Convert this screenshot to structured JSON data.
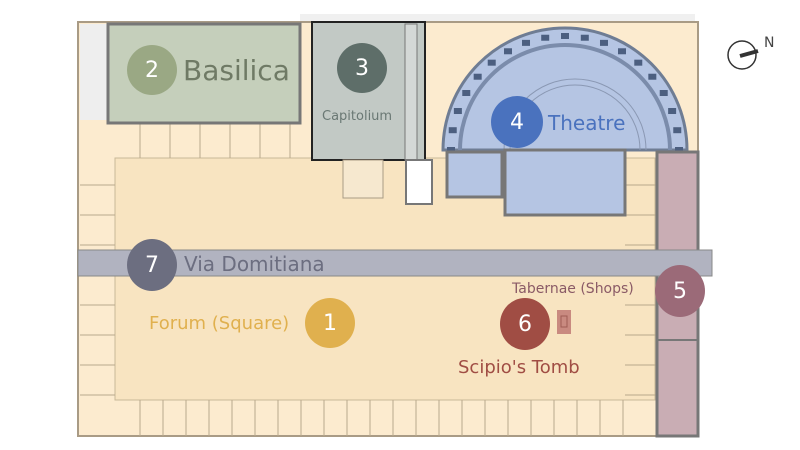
{
  "map": {
    "compass": {
      "label": "N"
    },
    "sites": [
      {
        "number": "1",
        "label": "Forum (Square)",
        "color": "#e0b04e"
      },
      {
        "number": "2",
        "label": "Basilica",
        "color": "#9aa884"
      },
      {
        "number": "3",
        "label": "Capitolium",
        "color": "#5e6e69"
      },
      {
        "number": "4",
        "label": "Theatre",
        "color": "#4a72be"
      },
      {
        "number": "5",
        "label": "Tabernae (Shops)",
        "color": "#9b6a78"
      },
      {
        "number": "6",
        "label": "Scipio's Tomb",
        "color": "#a04d44"
      },
      {
        "number": "7",
        "label": "Via Domitiana",
        "color": "#6c6e80"
      }
    ]
  }
}
